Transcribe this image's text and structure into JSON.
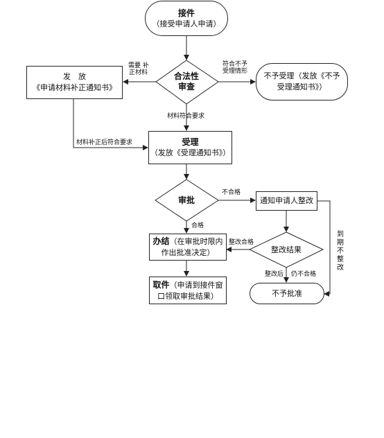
{
  "nodes": {
    "accept": {
      "title": "接件",
      "sub": "（接受申请人申请）"
    },
    "legality": {
      "line1": "合法性",
      "line2": "审查"
    },
    "issue_correction": {
      "line1": "发　放",
      "line2": "《申请材料补正通知书》"
    },
    "reject_accept": {
      "line1": "不予受理（发放《不予",
      "line2": "受理通知书》）"
    },
    "accepted": {
      "title": "受理",
      "sub": "（发放《受理通知书》）"
    },
    "approval": {
      "title": "审批"
    },
    "notify_rectify": {
      "text": "通知申请人整改"
    },
    "conclude": {
      "title": "办结",
      "rest1": "（在审批时限内",
      "line2": "作出批准决定）"
    },
    "rectify_result": {
      "text": "整改结果"
    },
    "pickup": {
      "title": "取件",
      "rest1": "（申请到接件窗",
      "line2": "口领取审批结果）"
    },
    "deny": {
      "text": "不予批准"
    }
  },
  "labels": {
    "need_correction_1": "需要 补",
    "need_correction_2": "正材料",
    "not_meet_1": "符合不予",
    "not_meet_2": "受理情形",
    "materials_ok": "材料符合要求",
    "after_correction": "材料补正后符合要求",
    "unqualified": "不合格",
    "qualified": "合格",
    "rectified_ok": "整改合格",
    "overdue": "到期不整改",
    "after_rectify": "整改后",
    "still_unqualified": "仍不合格"
  }
}
